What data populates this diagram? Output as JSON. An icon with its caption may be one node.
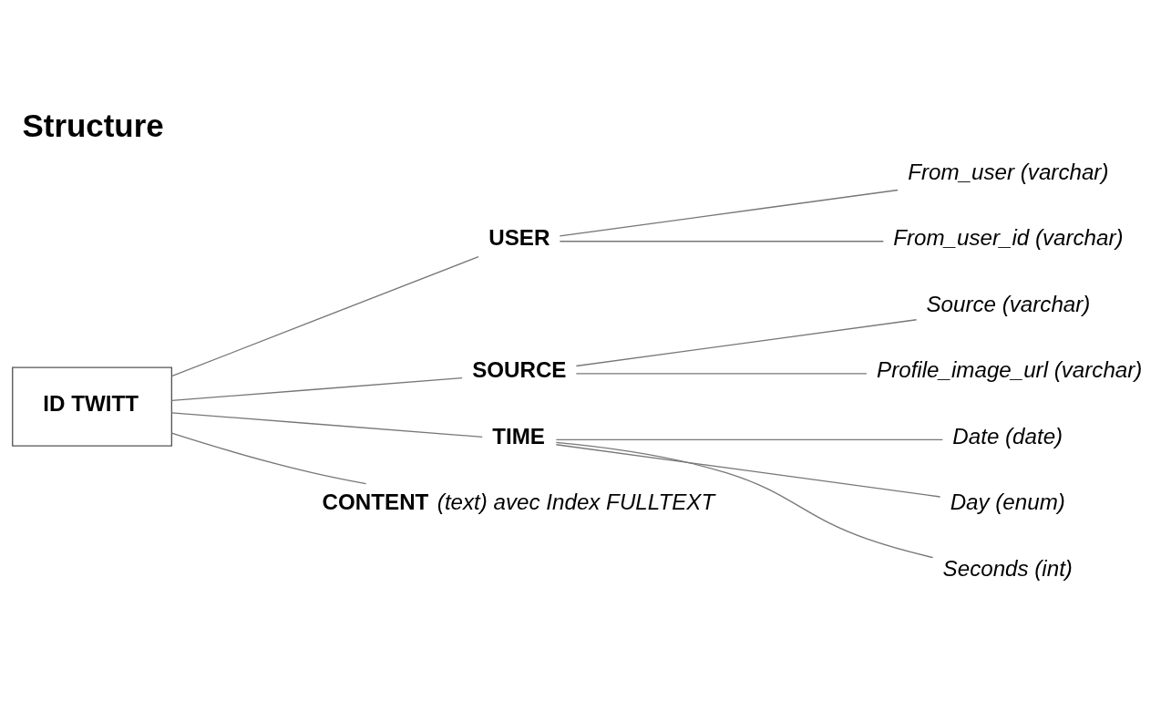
{
  "diagram": {
    "title": "Structure",
    "nodes": [
      {
        "text": [
          "ID TWITT"
        ]
      },
      {
        "text": [
          "USER"
        ]
      },
      {
        "text": [
          "SOURCE"
        ]
      },
      {
        "text": [
          "TIME"
        ]
      },
      {
        "text": [
          "**CONTENT** *(text) avec Index FULLTEXT*"
        ]
      },
      {
        "text": [
          "From_user (varchar)"
        ]
      },
      {
        "text": [
          "From_user_id (varchar)"
        ]
      },
      {
        "text": [
          "Source (varchar)"
        ]
      },
      {
        "text": [
          "Profile_image_url (varchar)"
        ]
      },
      {
        "text": [
          "Date (date)"
        ]
      },
      {
        "text": [
          "Day (enum)"
        ]
      },
      {
        "text": [
          "Seconds (int)"
        ]
      }
    ],
    "edges": [
      {
        "from": 0,
        "to": 1,
        "arrow": "none"
      },
      {
        "from": 0,
        "to": 2,
        "arrow": "none"
      },
      {
        "from": 0,
        "to": 3,
        "arrow": "none"
      },
      {
        "from": 0,
        "to": 4,
        "arrow": "none"
      },
      {
        "from": 1,
        "to": 5,
        "arrow": "none"
      },
      {
        "from": 1,
        "to": 6,
        "arrow": "none"
      },
      {
        "from": 2,
        "to": 7,
        "arrow": "none"
      },
      {
        "from": 2,
        "to": 8,
        "arrow": "none"
      },
      {
        "from": 3,
        "to": 9,
        "arrow": "none"
      },
      {
        "from": 3,
        "to": 10,
        "arrow": "none"
      },
      {
        "from": 3,
        "to": 11,
        "arrow": "none"
      }
    ]
  }
}
